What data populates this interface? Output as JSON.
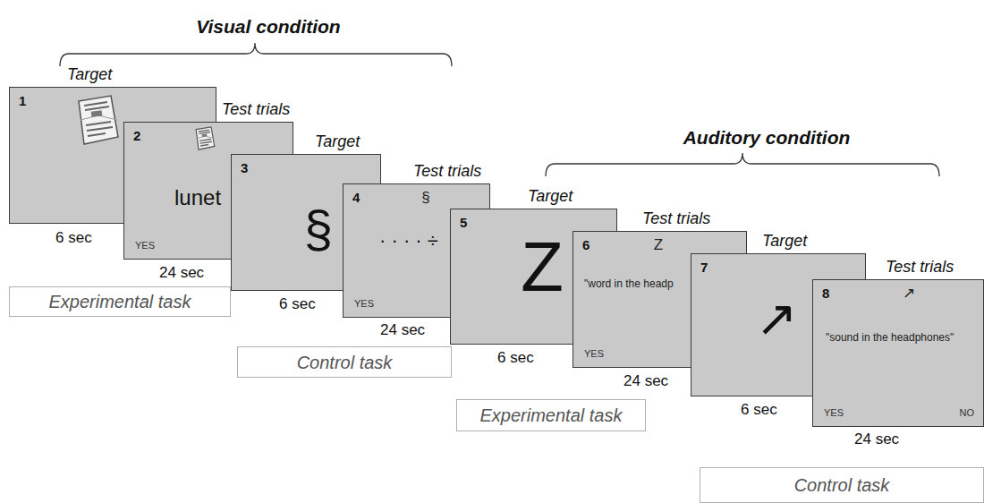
{
  "diagram": {
    "nodes": [
      {
        "text": [
          "1"
        ]
      },
      {
        "text": [
          "2",
          "lunet",
          "YES"
        ]
      },
      {
        "text": [
          "3",
          "§"
        ]
      },
      {
        "text": [
          "4",
          "§",
          "· · · · ÷",
          "YES"
        ]
      },
      {
        "text": [
          "5",
          "Z"
        ]
      },
      {
        "text": [
          "6",
          "Z",
          "\"word in the headp",
          "YES"
        ]
      },
      {
        "text": [
          "7",
          "↗"
        ]
      },
      {
        "text": [
          "8",
          "↗",
          "\"sound in the headphones\"",
          "YES",
          "NO"
        ]
      },
      {
        "text": [
          "Experimental task"
        ]
      },
      {
        "text": [
          "Control task"
        ]
      },
      {
        "text": [
          "Experimental task"
        ]
      },
      {
        "text": [
          "Control task"
        ]
      }
    ],
    "labels": [
      "Visual condition",
      "Auditory condition",
      "Target",
      "Test trials",
      "Target",
      "Test trials",
      "Target",
      "Test trials",
      "Target",
      "Test trials",
      "6 sec",
      "24 sec",
      "6 sec",
      "24 sec",
      "6 sec",
      "24 sec",
      "6 sec",
      "24 sec"
    ]
  }
}
